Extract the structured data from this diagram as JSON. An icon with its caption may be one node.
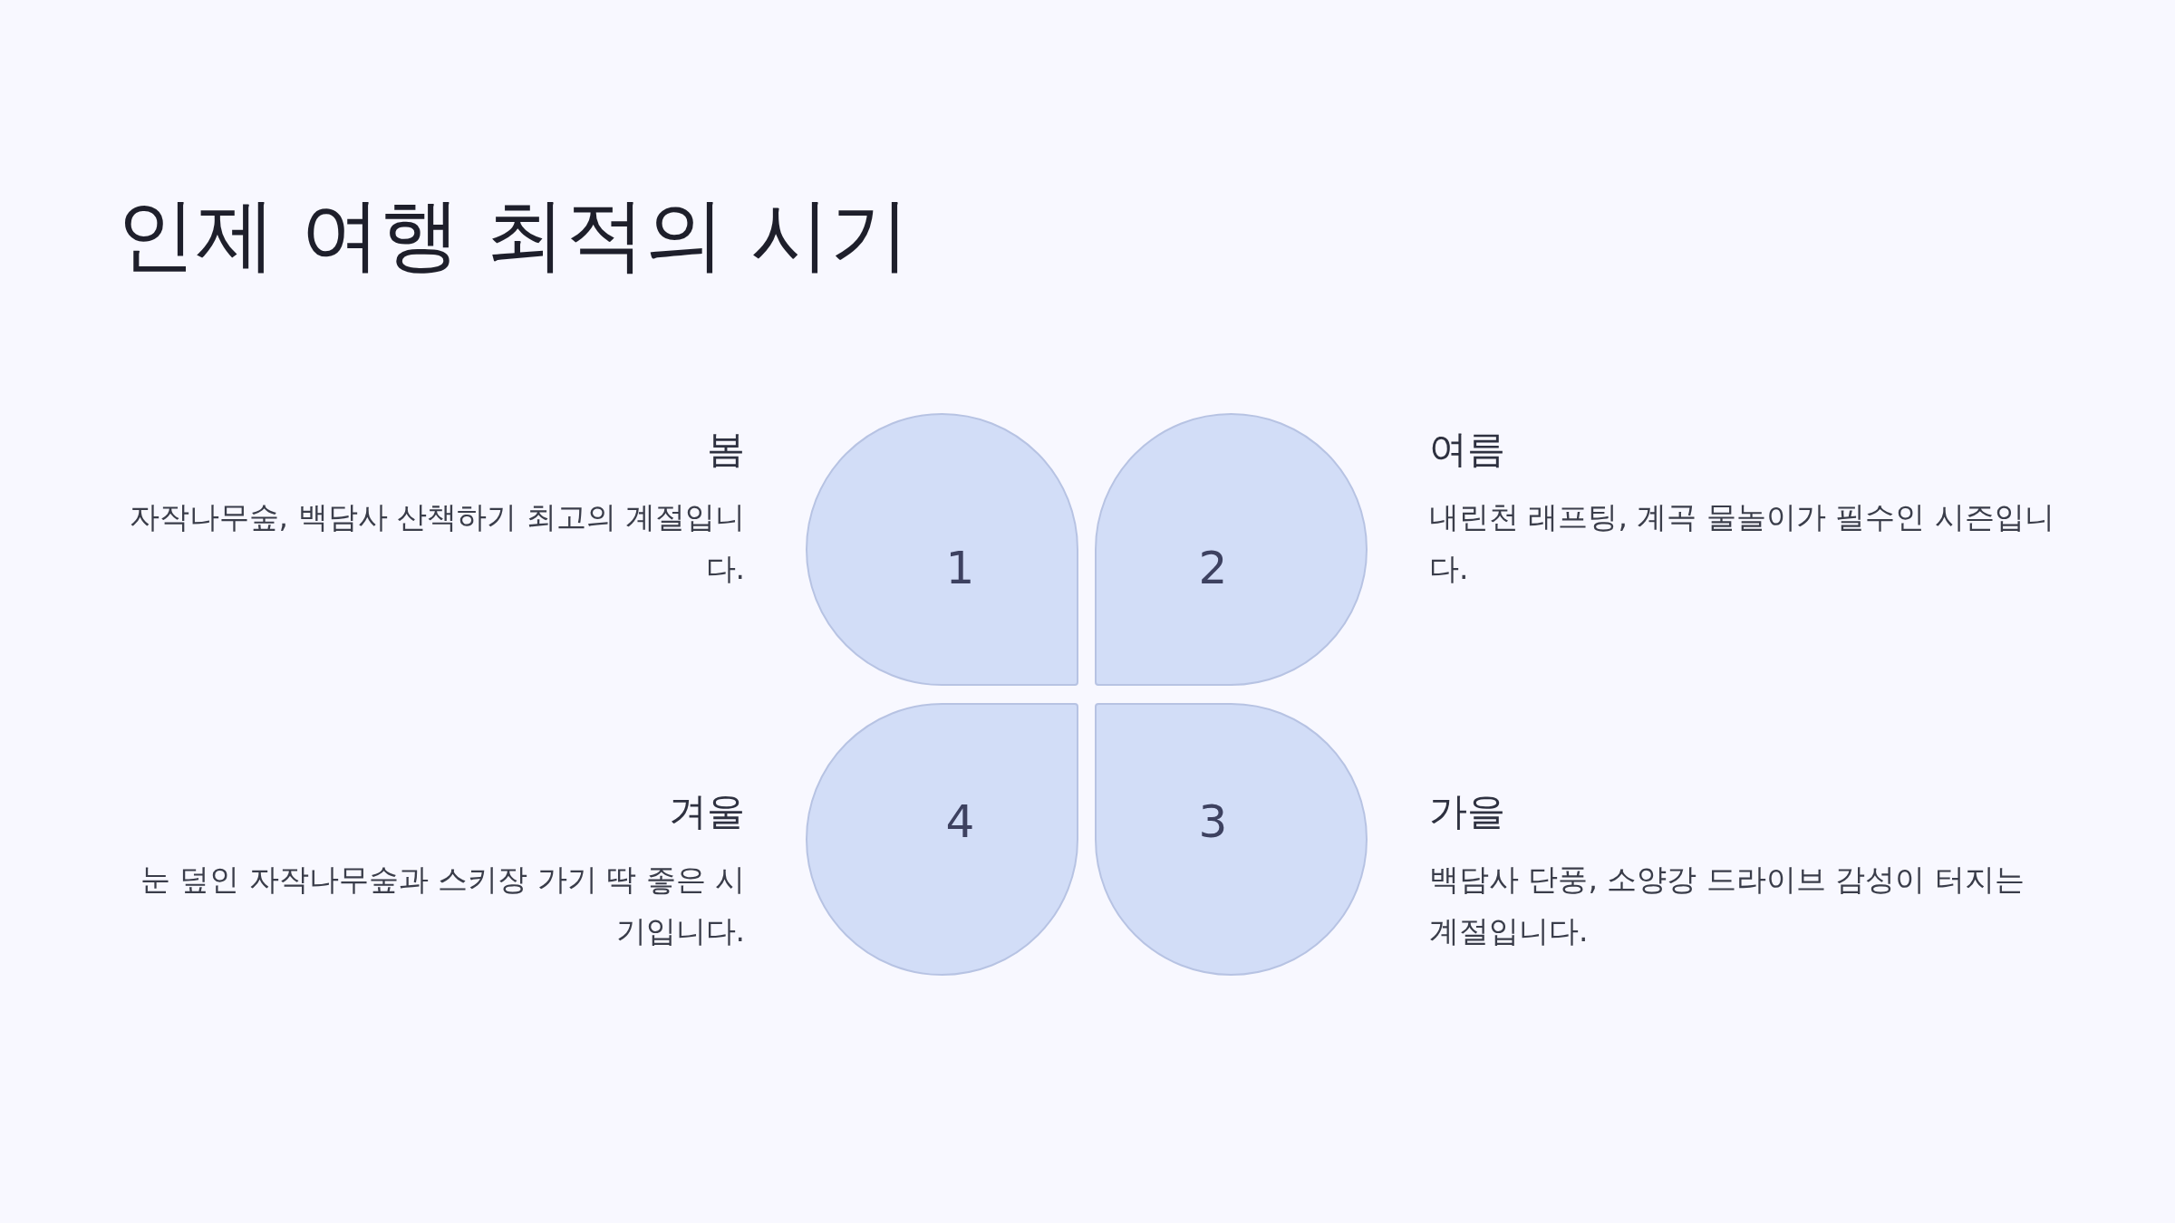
{
  "diagram": {
    "title": "인제 여행 최적의 시기",
    "nodes": [
      {
        "text": [
          "1"
        ],
        "beside": [
          "봄",
          "자작나무숲, 백담사 산책하기 최고의 계절입니다."
        ]
      },
      {
        "text": [
          "2"
        ],
        "beside": [
          "여름",
          "내린천 래프팅, 계곡 물놀이가 필수인 시즌입니다."
        ]
      },
      {
        "text": [
          "4"
        ],
        "beside": [
          "겨울",
          "눈 덮인 자작나무숲과 스키장 가기 딱 좋은 시기입니다."
        ]
      },
      {
        "text": [
          "3"
        ],
        "beside": [
          "가을",
          "백담사 단풍, 소양강 드라이브 감성이 터지는 계절입니다."
        ]
      }
    ],
    "edges": []
  }
}
